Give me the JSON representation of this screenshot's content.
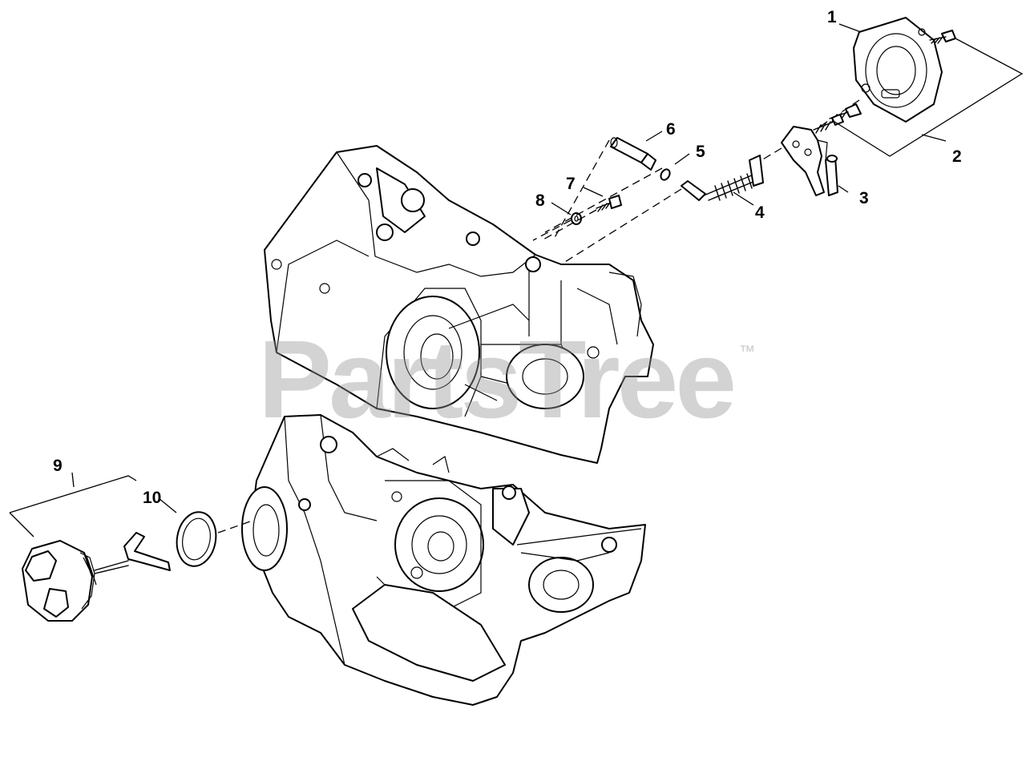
{
  "watermark": {
    "text": "PartsTree",
    "trademark": "™"
  },
  "callouts": [
    {
      "id": "callout-1",
      "label": "1"
    },
    {
      "id": "callout-2",
      "label": "2"
    },
    {
      "id": "callout-3",
      "label": "3"
    },
    {
      "id": "callout-4",
      "label": "4"
    },
    {
      "id": "callout-5",
      "label": "5"
    },
    {
      "id": "callout-6",
      "label": "6"
    },
    {
      "id": "callout-7",
      "label": "7"
    },
    {
      "id": "callout-8",
      "label": "8"
    },
    {
      "id": "callout-9",
      "label": "9"
    },
    {
      "id": "callout-10",
      "label": "10"
    }
  ]
}
